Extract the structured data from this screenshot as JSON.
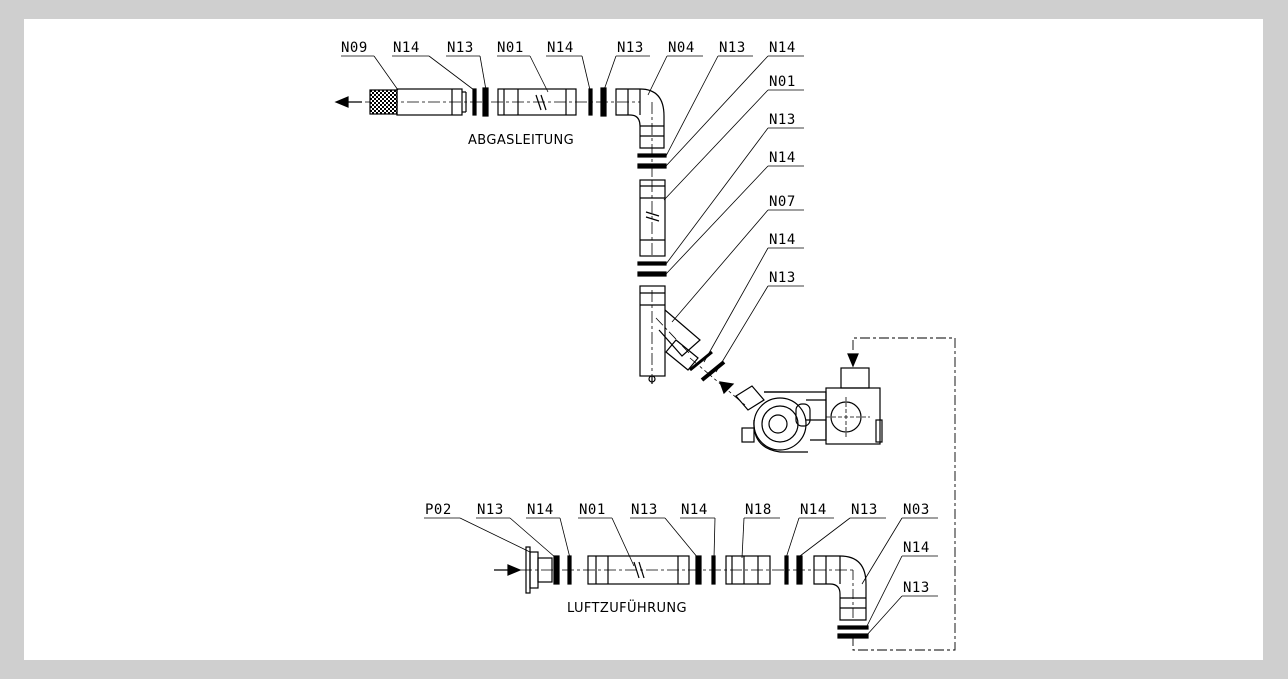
{
  "exhaust_caption": "ABGASLEITUNG",
  "air_caption": "LUFTZUFÜHRUNG",
  "exhaust_labels": [
    "N09",
    "N14",
    "N13",
    "N01",
    "N14",
    "N13",
    "N04",
    "N13",
    "N14",
    "N01",
    "N13",
    "N14",
    "N07",
    "N14",
    "N13"
  ],
  "air_labels": [
    "P02",
    "N13",
    "N14",
    "N01",
    "N13",
    "N14",
    "N18",
    "N14",
    "N13",
    "N03",
    "N14",
    "N13"
  ],
  "colors": {
    "frame": "#cfcfcf",
    "background": "#ffffff",
    "ink": "#000000"
  }
}
